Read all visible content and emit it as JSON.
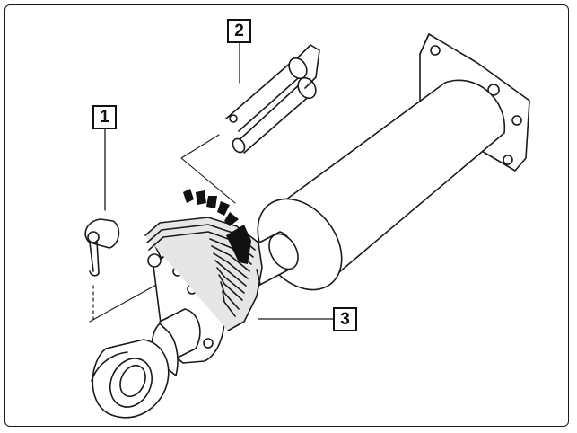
{
  "callouts": {
    "one": "1",
    "two": "2",
    "three": "3"
  },
  "colors": {
    "line": "#1a1a1a",
    "shading": "#e6e6e6",
    "background": "#ffffff"
  }
}
